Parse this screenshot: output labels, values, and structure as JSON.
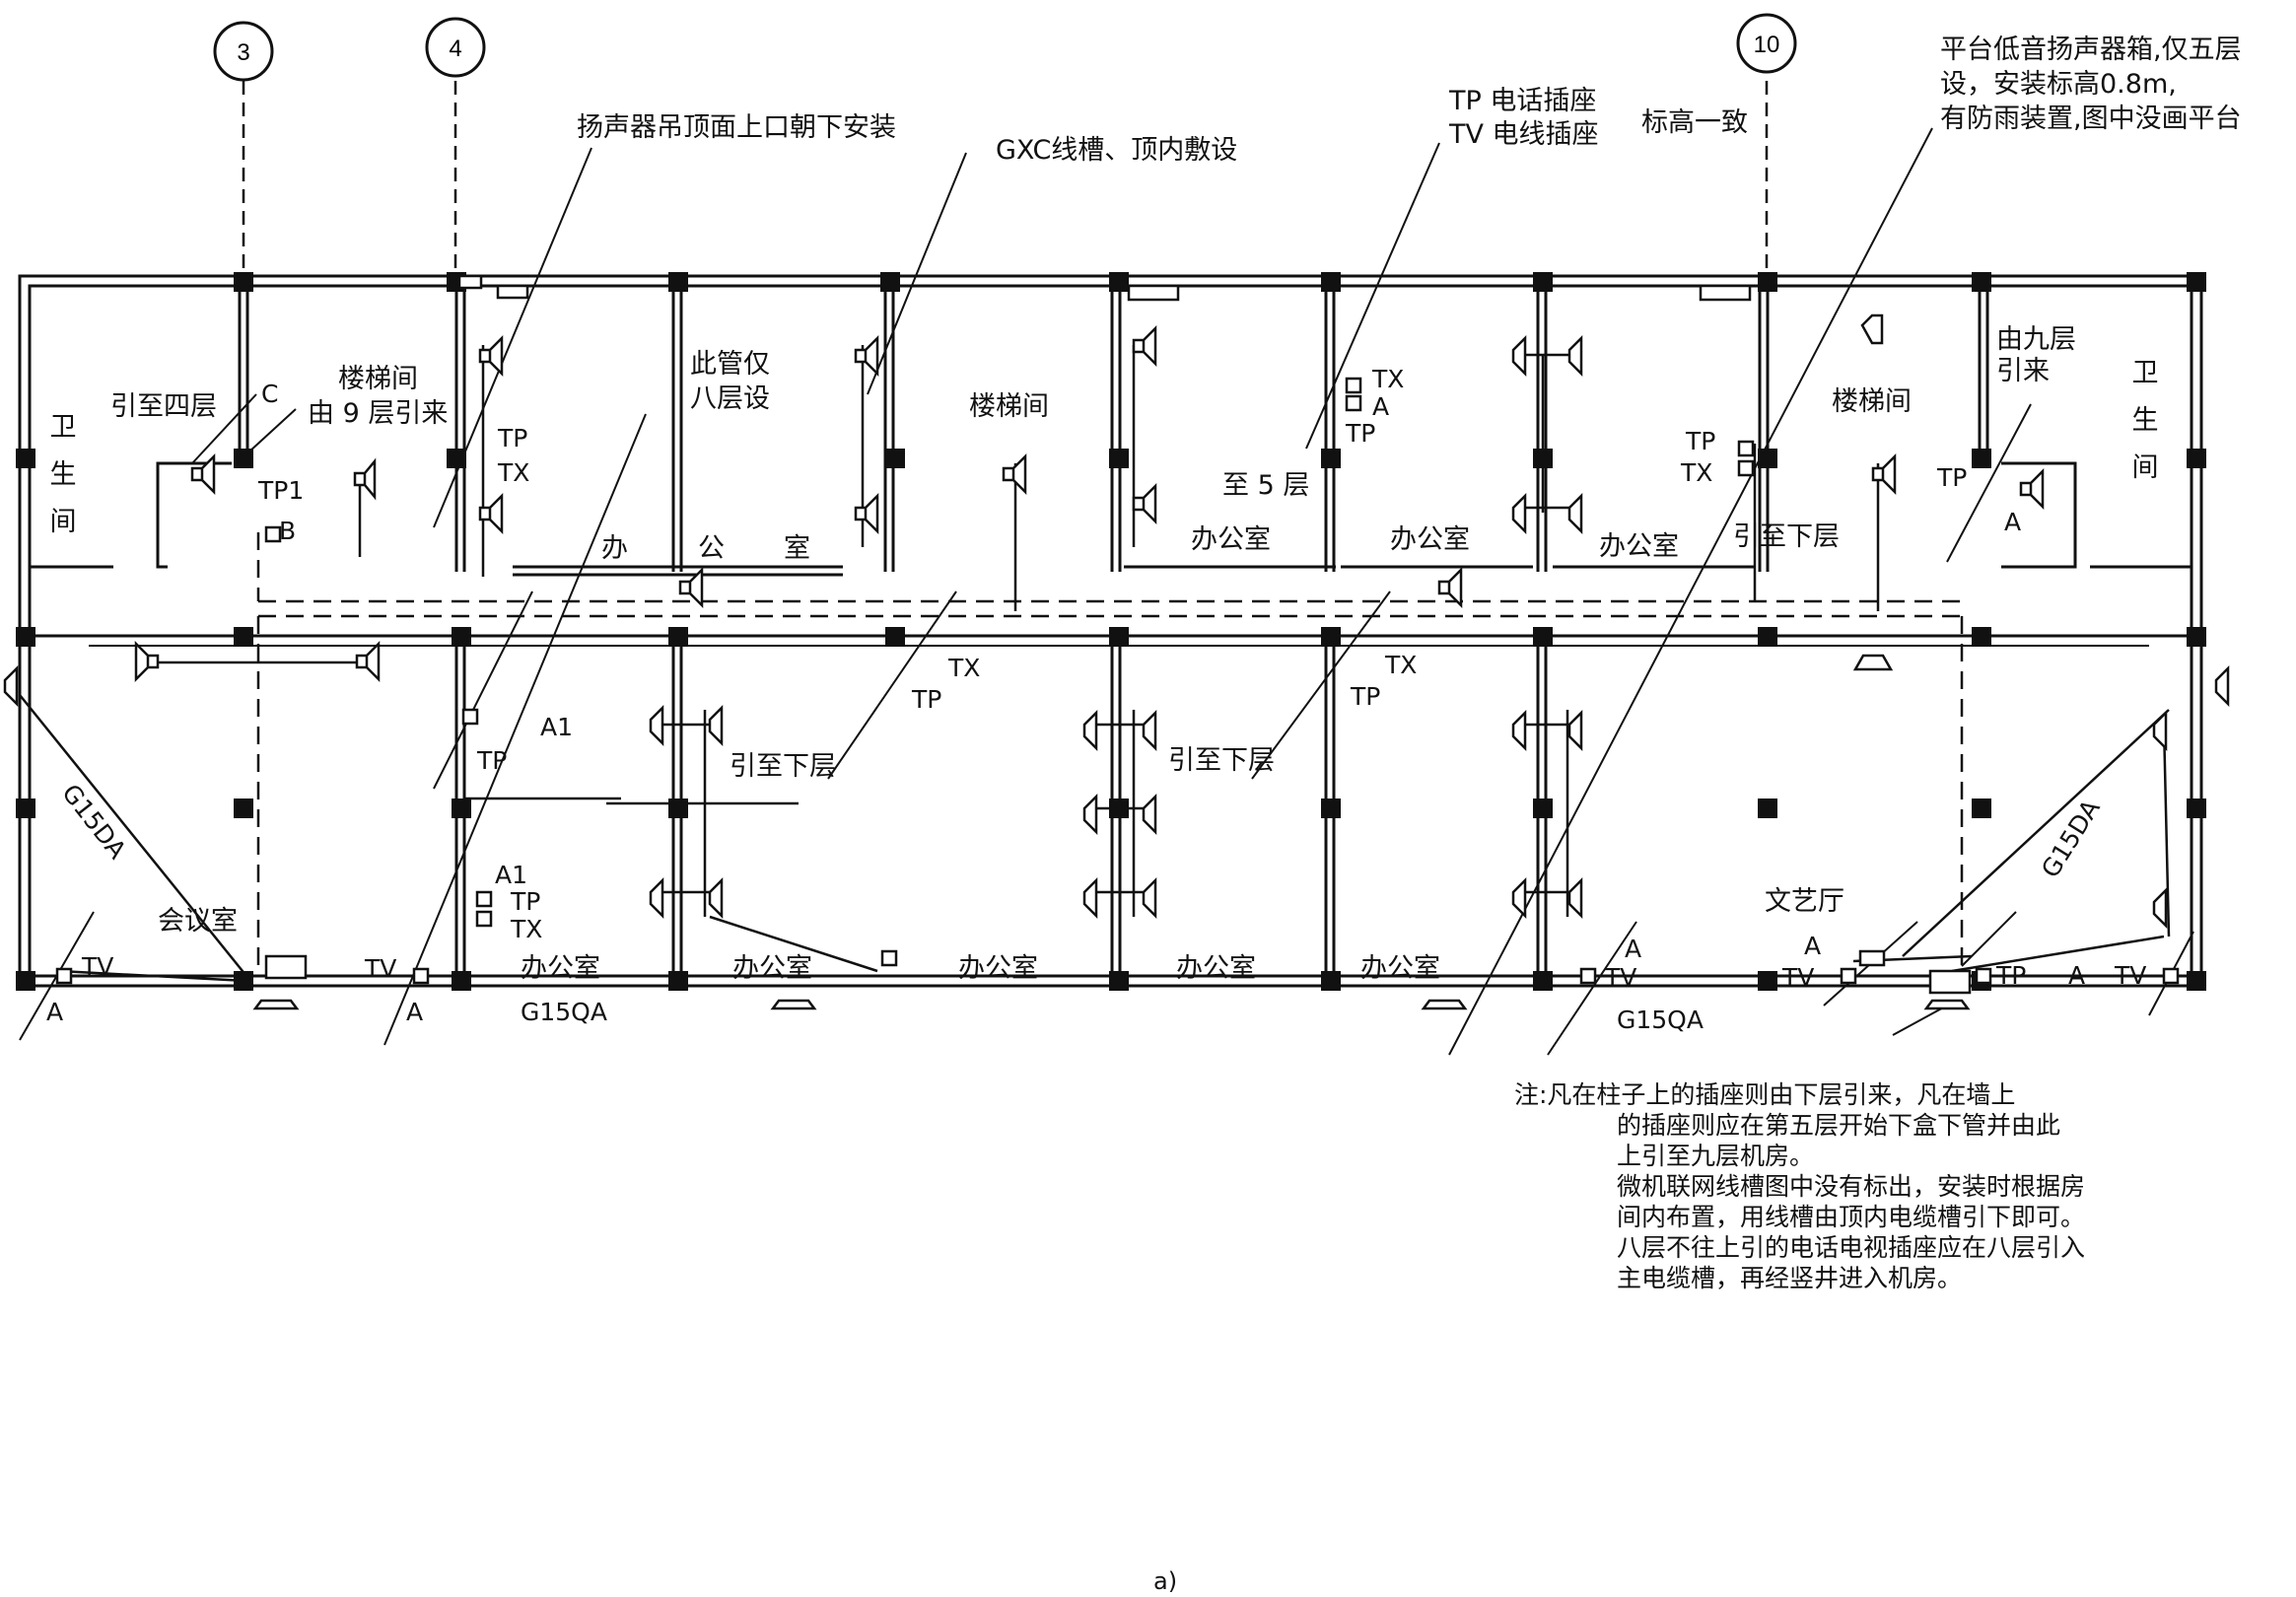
{
  "axes": [
    {
      "id": "3",
      "label": "3"
    },
    {
      "id": "4",
      "label": "4"
    },
    {
      "id": "10",
      "label": "10"
    }
  ],
  "annotations": {
    "speaker_ceiling": "扬声器吊顶面上口朝下安装",
    "gxc_trough": "GXC线槽、顶内敷设",
    "tp_socket": "TP 电话插座",
    "tv_socket": "TV 电线插座",
    "elev_same": "标高一致",
    "platform_1": "平台低音扬声器箱,仅五层",
    "platform_2": "设，安装标高0.8m,",
    "platform_3": "有防雨装置,图中没画平台"
  },
  "rooms": {
    "toilet_left": "卫生间",
    "toilet_right": "卫生间",
    "stair_left": "楼梯间",
    "stair_mid": "楼梯间",
    "stair_right": "楼梯间",
    "office_top_1_a": "办",
    "office_top_1_b": "公",
    "office_top_1_c": "室",
    "office_top_2": "办公室",
    "office_top_3": "办公室",
    "office_top_4": "办公室",
    "meeting": "会议室",
    "office_bot_1": "办公室",
    "office_bot_2": "办公室",
    "office_bot_3": "办公室",
    "office_bot_4": "办公室",
    "office_bot_5": "办公室",
    "hall": "文艺厅"
  },
  "labels": {
    "to_4th": "引至四层",
    "c": "C",
    "from_9": "由 9 层引来",
    "tp1": "TP1",
    "b": "B",
    "tp_a": "TP",
    "tx_a": "TX",
    "pipe_8_1": "此管仅",
    "pipe_8_2": "八层设",
    "tx_b": "TX",
    "a_b": "A",
    "tp_b": "TP",
    "to_5": "至 5 层",
    "tp_c": "TP",
    "tx_c": "TX",
    "from_9b_1": "由九层",
    "from_9b_2": "引来",
    "tp_d": "TP",
    "a_d": "A",
    "to_lower_top": "引至下层",
    "tx_e": "TX",
    "tp_e": "TP",
    "tx_f": "TX",
    "tp_f": "TP",
    "to_lower_1": "引至下层",
    "to_lower_2": "引至下层",
    "tp_g": "TP",
    "a1_a": "A1",
    "a1_b": "A1",
    "tp_h": "TP",
    "tx_h": "TX",
    "g15da_l": "G15DA",
    "g15da_r": "G15DA",
    "tv_1": "TV",
    "a_1": "A",
    "tv_2": "TV",
    "a_2": "A",
    "g15qa_1": "G15QA",
    "a_3": "A",
    "tv_3": "TV",
    "g15qa_2": "G15QA",
    "a_4": "A",
    "tv_4": "TV",
    "tp_5": "TP",
    "a_5": "A",
    "tv_5": "TV"
  },
  "note": {
    "lines": [
      "注:凡在柱子上的插座则由下层引来，凡在墙上",
      "的插座则应在第五层开始下盒下管并由此",
      "上引至九层机房。",
      "微机联网线槽图中没有标出，安装时根据房",
      "间内布置，用线槽由顶内电缆槽引下即可。",
      "八层不往上引的电话电视插座应在八层引入",
      "主电缆槽，再经竖井进入机房。"
    ]
  },
  "caption": "a)"
}
